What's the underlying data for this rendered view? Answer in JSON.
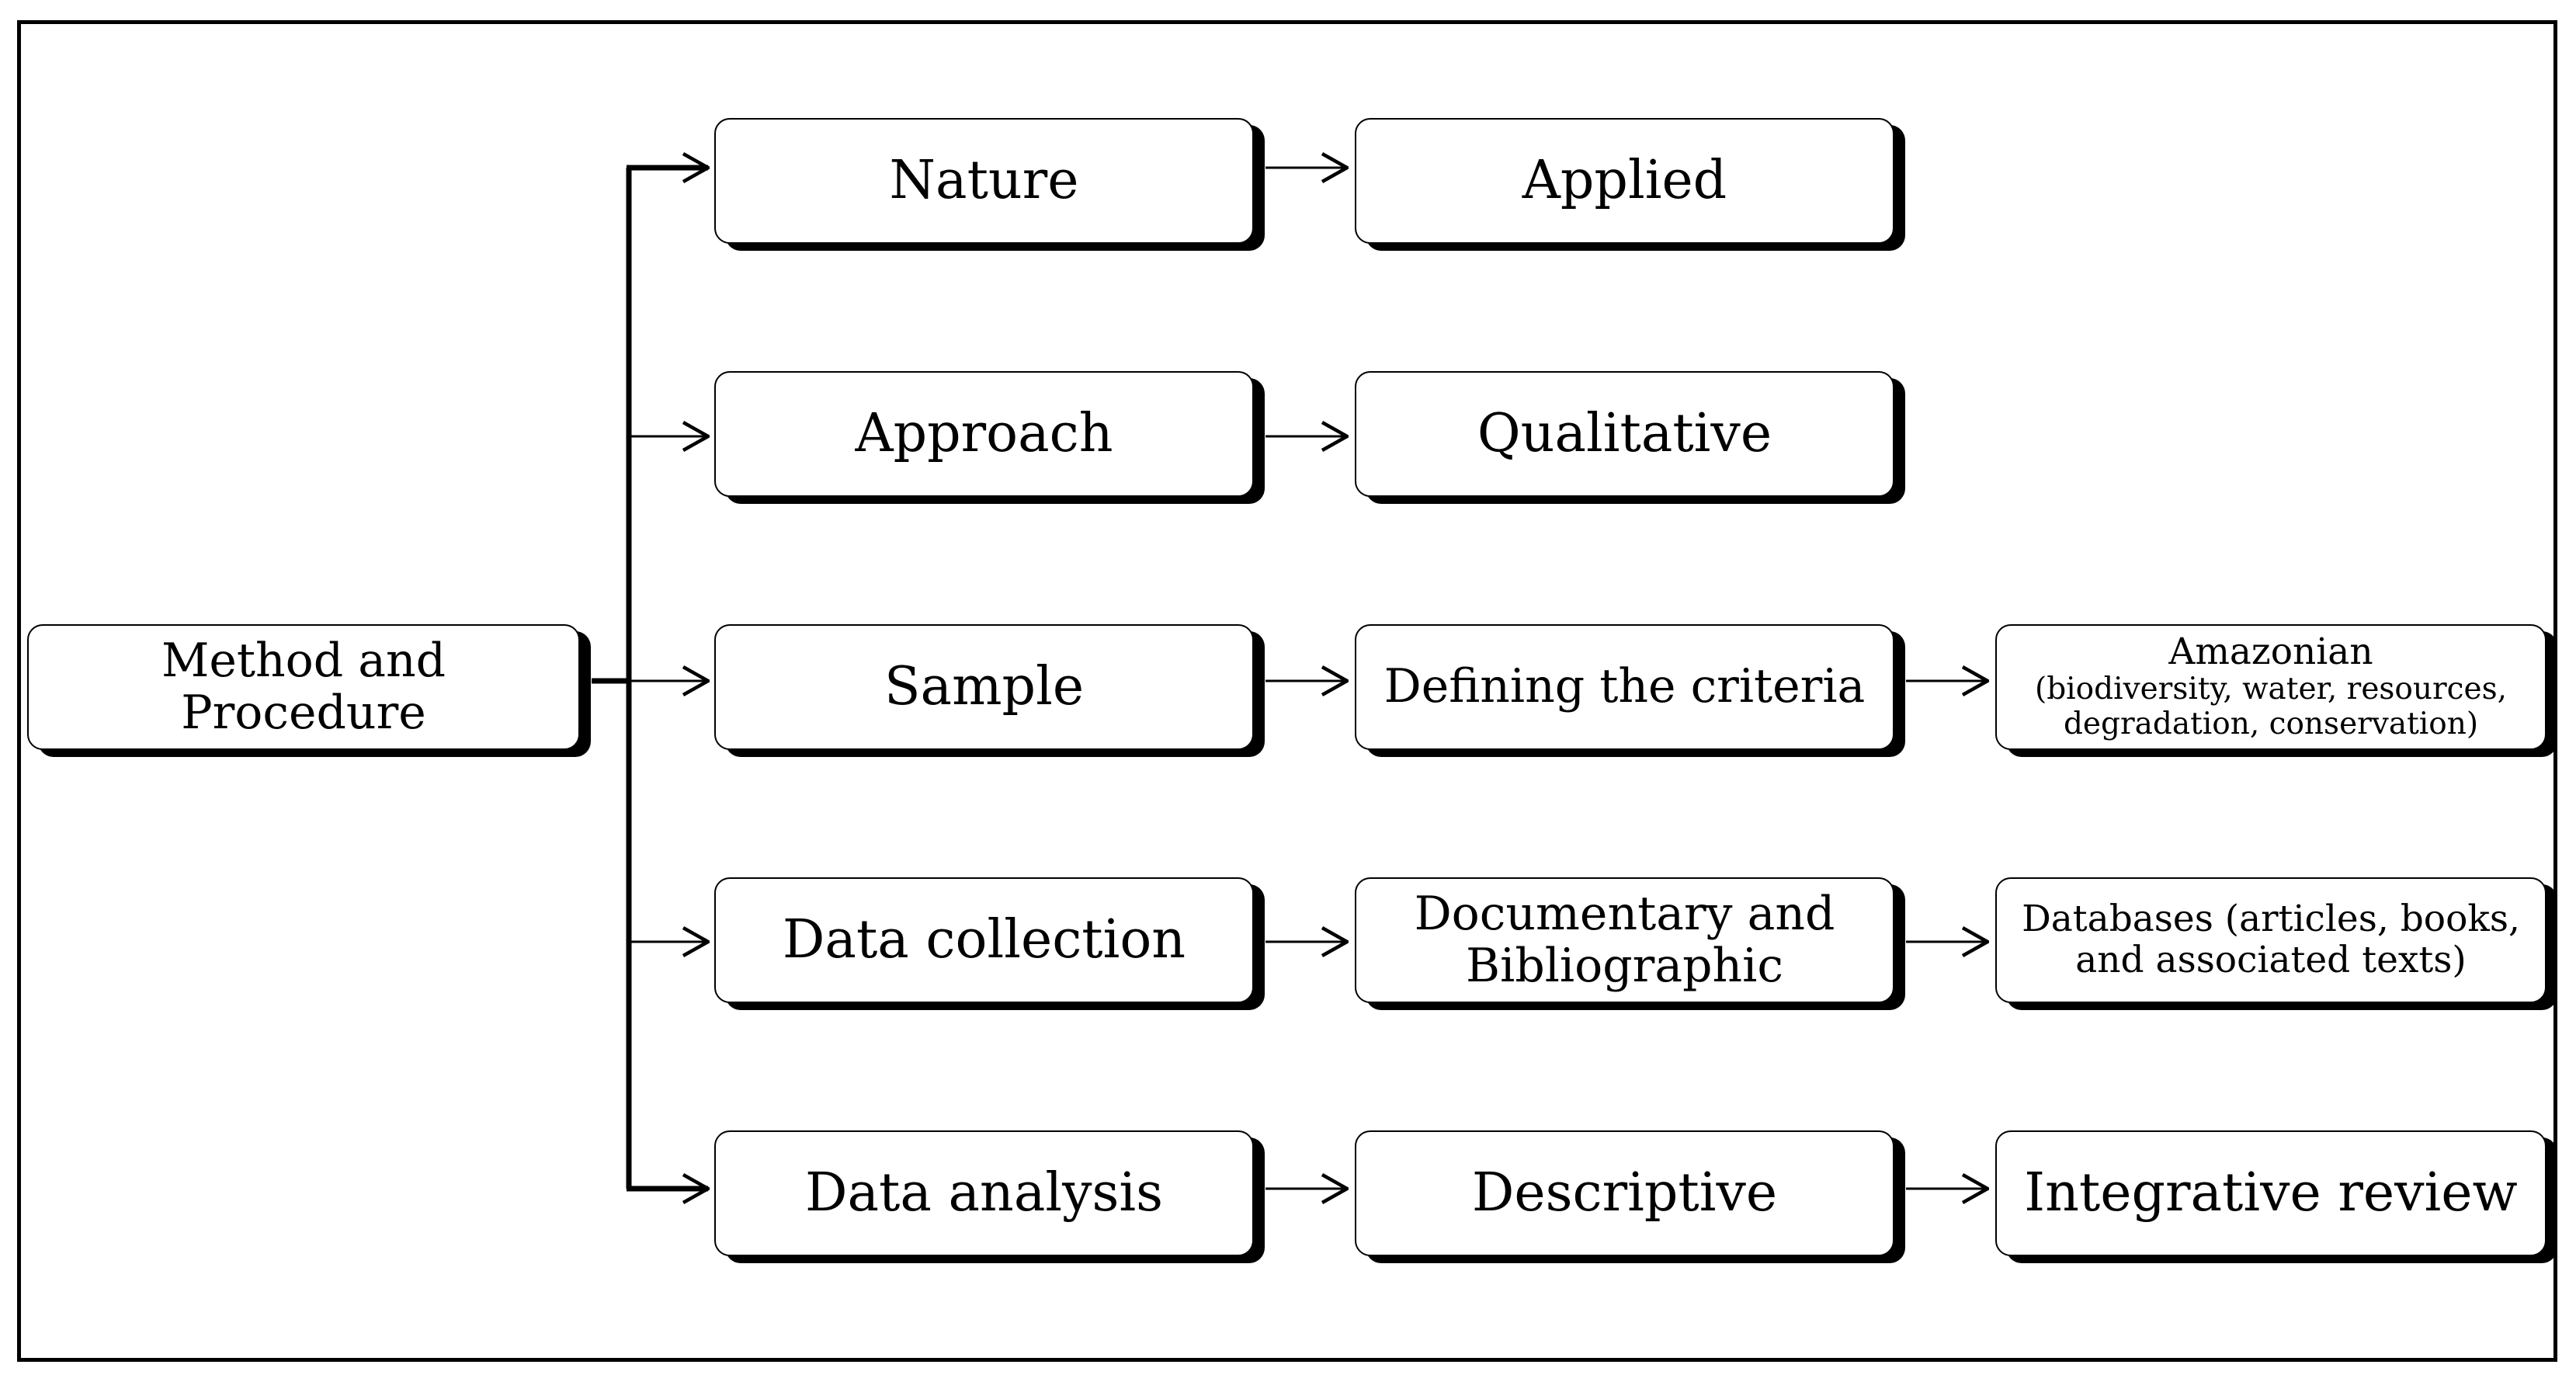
{
  "root": {
    "label_line1": "Method and",
    "label_line2": "Procedure"
  },
  "rows": [
    {
      "category": "Nature",
      "level2": "Applied"
    },
    {
      "category": "Approach",
      "level2": "Qualitative"
    },
    {
      "category": "Sample",
      "level2": "Defining the criteria",
      "level3_line1": "Amazonian",
      "level3_line2": "(biodiversity, water, resources,",
      "level3_line3": "degradation, conservation)"
    },
    {
      "category": "Data collection",
      "level2_line1": "Documentary and",
      "level2_line2": "Bibliographic",
      "level3_line1": "Databases (articles, books,",
      "level3_line2": "and associated texts)"
    },
    {
      "category": "Data analysis",
      "level2": "Descriptive",
      "level3": "Integrative review"
    }
  ]
}
